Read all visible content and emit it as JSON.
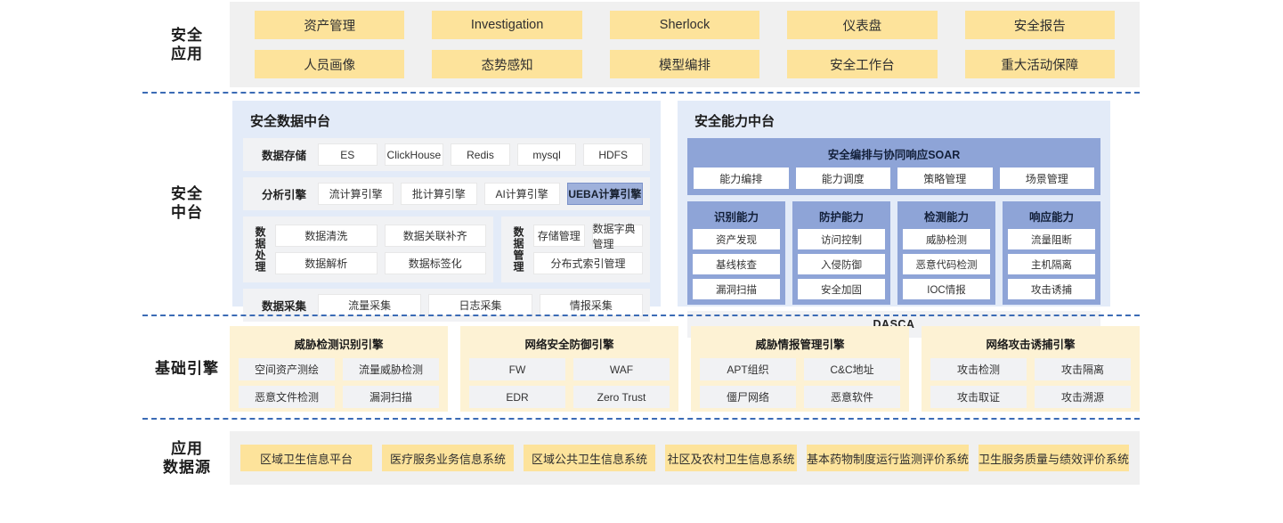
{
  "colors": {
    "accent_yellow": "#fde39b",
    "pale_yellow": "#fdf2d4",
    "pale_blue": "#e3ebf8",
    "blue_card": "#8ea4d7",
    "highlight_blue": "#9fb1db",
    "gray_band": "#f1f2f4",
    "section_gray": "#f0f0f0",
    "dashed_blue": "#3b6bb5"
  },
  "sections": {
    "apps": {
      "label_line1": "安全",
      "label_line2": "应用",
      "items": [
        "资产管理",
        "Investigation",
        "Sherlock",
        "仪表盘",
        "安全报告",
        "人员画像",
        "态势感知",
        "模型编排",
        "安全工作台",
        "重大活动保障"
      ]
    },
    "middle": {
      "label_line1": "安全",
      "label_line2": "中台",
      "data_platform": {
        "title": "安全数据中台",
        "bands": [
          {
            "name": "数据存储",
            "items": [
              "ES",
              "ClickHouse",
              "Redis",
              "mysql",
              "HDFS"
            ]
          },
          {
            "name": "分析引擎",
            "items": [
              "流计算引擎",
              "批计算引擎",
              "AI计算引擎",
              "UEBA计算引擎"
            ],
            "highlight_index": 3
          }
        ],
        "processing": {
          "name": "数据处理",
          "items": [
            "数据清洗",
            "数据关联补齐",
            "数据解析",
            "数据标签化"
          ]
        },
        "management": {
          "name": "数据管理",
          "items": [
            "存储管理",
            "数据字典管理"
          ],
          "wide_item": "分布式索引管理"
        },
        "collection": {
          "name": "数据采集",
          "items": [
            "流量采集",
            "日志采集",
            "情报采集"
          ]
        }
      },
      "capability_platform": {
        "title": "安全能力中台",
        "soar": {
          "title": "安全编排与协同响应SOAR",
          "items": [
            "能力编排",
            "能力调度",
            "策略管理",
            "场景管理"
          ]
        },
        "columns": [
          {
            "title": "识别能力",
            "items": [
              "资产发现",
              "基线核查",
              "漏洞扫描"
            ]
          },
          {
            "title": "防护能力",
            "items": [
              "访问控制",
              "入侵防御",
              "安全加固"
            ]
          },
          {
            "title": "检测能力",
            "items": [
              "威胁检测",
              "恶意代码检测",
              "IOC情报"
            ]
          },
          {
            "title": "响应能力",
            "items": [
              "流量阻断",
              "主机隔离",
              "攻击诱捕"
            ]
          }
        ],
        "footer": "DASCA"
      }
    },
    "engines": {
      "label_line1": "基础引擎",
      "label_line2": "",
      "cards": [
        {
          "title": "威胁检测识别引擎",
          "items": [
            "空间资产测绘",
            "流量威胁检测",
            "恶意文件检测",
            "漏洞扫描"
          ]
        },
        {
          "title": "网络安全防御引擎",
          "items": [
            "FW",
            "WAF",
            "EDR",
            "Zero Trust"
          ]
        },
        {
          "title": "威胁情报管理引擎",
          "items": [
            "APT组织",
            "C&C地址",
            "僵尸网络",
            "恶意软件"
          ]
        },
        {
          "title": "网络攻击诱捕引擎",
          "items": [
            "攻击检测",
            "攻击隔离",
            "攻击取证",
            "攻击溯源"
          ]
        }
      ]
    },
    "sources": {
      "label_line1": "应用",
      "label_line2": "数据源",
      "items": [
        "区域卫生信息平台",
        "医疗服务业务信息系统",
        "区域公共卫生信息系统",
        "社区及农村卫生信息系统",
        "基本药物制度运行监测评价系统",
        "卫生服务质量与绩效评价系统"
      ]
    }
  }
}
